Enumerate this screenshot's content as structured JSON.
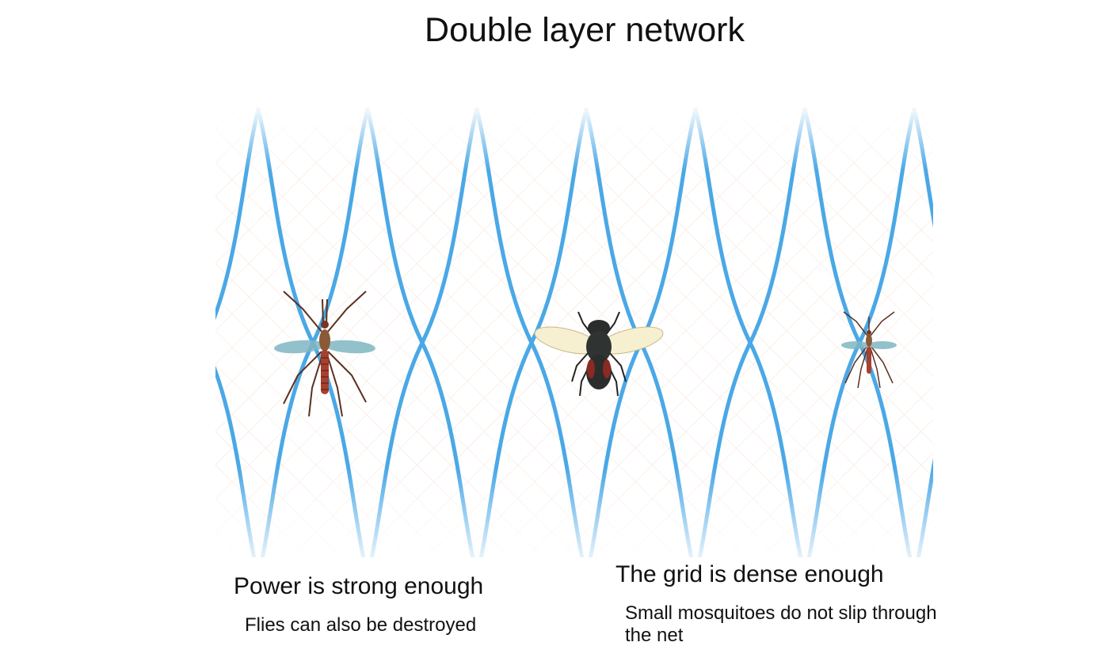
{
  "title": "Double layer network",
  "left_caption": {
    "heading": "Power is strong enough",
    "detail": "Flies can also be destroyed"
  },
  "right_caption": {
    "heading": "The grid is dense enough",
    "detail": "Small mosquitoes do not slip through the net"
  },
  "colors": {
    "mesh_blue": "#4aa8e6",
    "inner_grid": "#f2c9b0",
    "mosquito_body": "#a8402e",
    "fly_body": "#2a2d2c"
  },
  "insects": [
    "large-mosquito",
    "housefly",
    "small-mosquito"
  ]
}
